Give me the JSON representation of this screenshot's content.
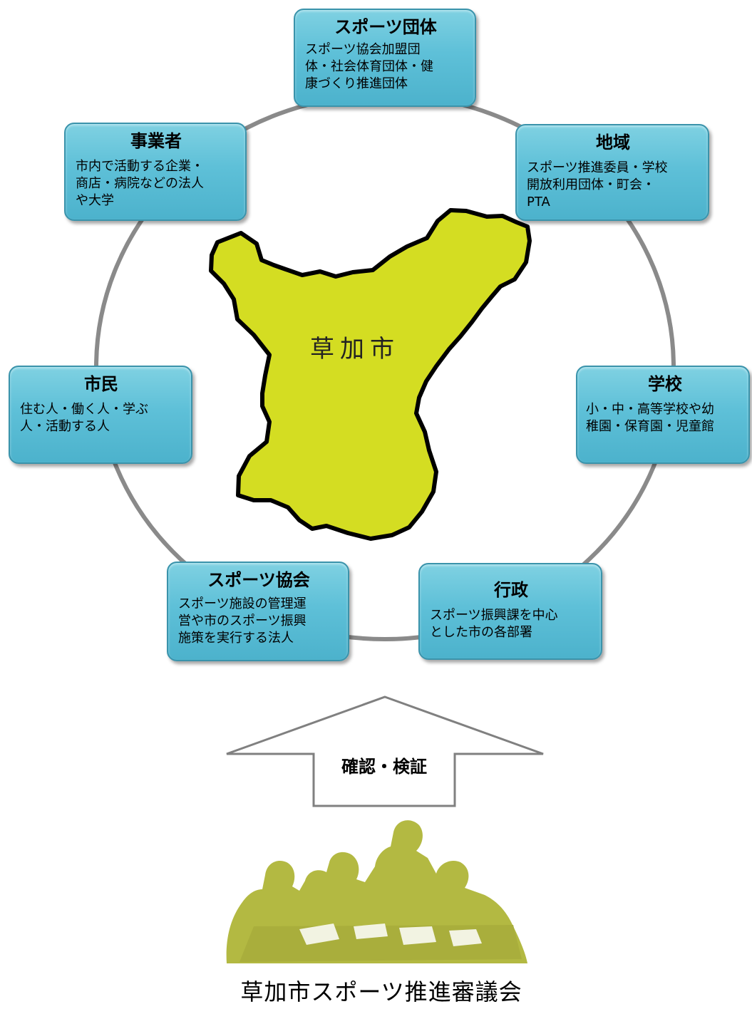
{
  "center": {
    "label": "草加市"
  },
  "boxes": {
    "sports_groups": {
      "title": "スポーツ団体",
      "desc": "スポーツ協会加盟団\n体・社会体育団体・健\n康づくり推進団体"
    },
    "region": {
      "title": "地域",
      "desc": "スポーツ推進委員・学校\n開放利用団体・町会・\nPTA"
    },
    "school": {
      "title": "学校",
      "desc": "小・中・高等学校や幼\n稚園・保育園・児童館"
    },
    "administration": {
      "title": "行政",
      "desc": "スポーツ振興課を中心\nとした市の各部署"
    },
    "sports_assoc": {
      "title": "スポーツ協会",
      "desc": "スポーツ施設の管理運\n営や市のスポーツ振興\n施策を実行する法人"
    },
    "citizens": {
      "title": "市民",
      "desc": "住む人・働く人・学ぶ\n人・活動する人"
    },
    "business": {
      "title": "事業者",
      "desc": "市内で活動する企業・\n商店・病院などの法人\nや大学"
    }
  },
  "arrow": {
    "label": "確認・検証"
  },
  "council": {
    "label": "草加市スポーツ推進審議会"
  },
  "colors": {
    "box_fill": "#5ec0d8",
    "map_fill": "#d4dd22",
    "silhouette": "#b3b942",
    "ring": "#8a8a8a"
  }
}
